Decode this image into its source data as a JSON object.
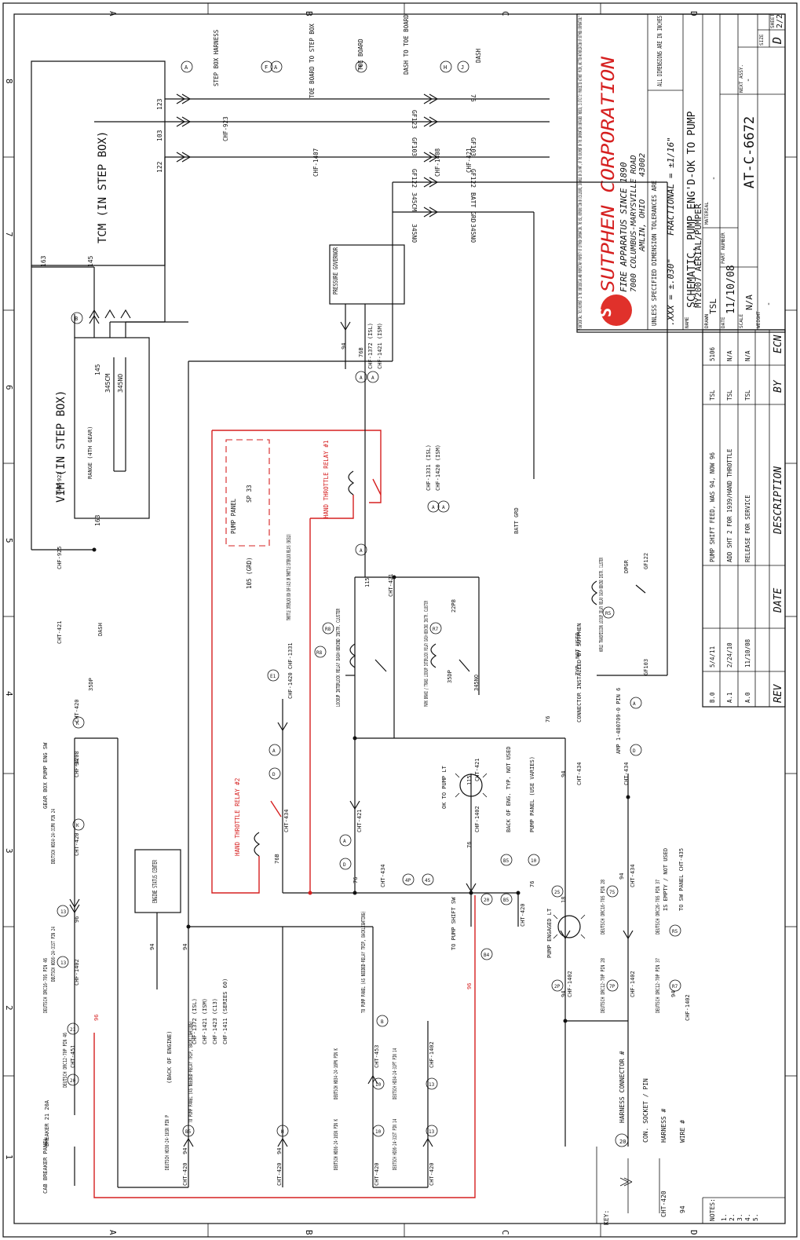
{
  "title_block": {
    "confidential": "\"CONFIDENTIAL: THIS DOCUMENT IS THE CONFIDENTIAL AND PROPRIETARY PROPERTY OF SUTPHEN CORPORATION. THE USE, REPRODUCTION OR DISCLOSURE, IN WHOLE OR IN PART, OF THE DOCUMENT OR THE INFORMATION CONTAINED THEREIN, IS STRICTLY PROHIBITED WITHOUT PRIOR, WRITTEN AUTHORIZATION OF SUTPHEN CORPORATION.\"",
    "company": "SUTPHEN CORPORATION",
    "tagline": "FIRE APPARATUS SINCE 1890",
    "address": "7000 COLUMBUS-MARYSVILLE ROAD",
    "city": "AMLIN, OHIO",
    "zip": "43002",
    "tolerance_title": "UNLESS SPECIFIED DIMENSION TOLERANCES ARE",
    "tolerance_xxx": ".XXX = ±.030\"",
    "tolerance_frac": "FRACTIONAL = ±1/16\"",
    "dims_note": "ALL DIMENSIONS ARE IN INCHES",
    "name_label": "NAME",
    "name_line1": "SCHEMATIC, PUMP ENG'D-OK TO PUMP",
    "name_line2": "MY2007 AERIAL/PUMPER",
    "drawn_label": "DRAWN",
    "drawn": "TSL",
    "material_label": "MATERIAL",
    "material": "-",
    "next_assy_label": "NEXT ASSY.",
    "next_assy": "-",
    "date_label": "DATE",
    "date": "11/10/08",
    "part_label": "PART NUMBER",
    "scale_label": "SCALE",
    "scale": "N/A",
    "weight_label": "WEIGHT",
    "weight": "-",
    "drawing_number": "AT-C-6672",
    "size_label": "SIZE",
    "size": "D",
    "sheet_label": "SHEET",
    "sheet": "2/2"
  },
  "revisions": {
    "headers": [
      "REV",
      "DATE",
      "DESCRIPTION",
      "BY",
      "ECN"
    ],
    "rows": [
      [
        "B.0",
        "5/4/11",
        "PUMP SHIFT FEED, WAS 94, NOW 96",
        "TSL",
        "5106"
      ],
      [
        "A.1",
        "2/24/10",
        "ADD SHT 2 FOR 1939/HAND THROTTLE",
        "TSL",
        "N/A"
      ],
      [
        "A.0",
        "11/10/08",
        "RELEASE FOR SERVICE",
        "TSL",
        "N/A"
      ]
    ]
  },
  "zones": {
    "letters": [
      "A",
      "B",
      "C",
      "D"
    ],
    "numbers": [
      "1",
      "2",
      "3",
      "4",
      "5",
      "6",
      "7",
      "8"
    ]
  },
  "key": {
    "title": "KEY:",
    "harness_connector": "HARNESS CONNECTOR #",
    "conn": "CON. SOCKET / PIN",
    "harness": "HARNESS #",
    "wire": "WIRE #",
    "ex_circle": "20",
    "ex_harness": "CHT-420",
    "ex_wire": "94"
  },
  "notes": {
    "title": "NOTES:",
    "items": [
      "1.",
      "2.",
      "3.",
      "4.",
      "5."
    ]
  },
  "components": {
    "tcm": "TCM (IN STEP BOX)",
    "vim": "VIM (IN STEP BOX)",
    "vim_range": "RANGE (4TH GEAR)",
    "pressure_governor": "PRESSURE GOVERNOR",
    "pump_panel": "PUMP PANEL",
    "sp33": "SP 33",
    "grd105": "105 (GRD)",
    "hand_throttle_1": "HAND THROTTLE RELAY #1",
    "hand_throttle_2": "HAND THROTTLE RELAY #2",
    "throttle_interlock": "THROTTLE INTERLOCK BOX CHF-1425 OR THROTTLE INTERLOCK RELAYS (SHIELD)",
    "lockup_interlock": "LOCKUP INTERLOCK RELAY DASH-BEHIND INSTR. CLUSTER",
    "park_brake": "PARK BRAKE / TRANS LOCKUP INTERLOCK RELAY DASH-BEHIND INSTR. CLUSTER",
    "world_trans": "WORLD TRANSMISSION LOCKUP DELAY RELAY DASH-BEHIND INSTR. CLUSTER",
    "ok_to_pump": "OK TO PUMP LT",
    "pump_engaged": "PUMP ENGAGED LT",
    "engine_status": "ENGINE STATUS CENTER",
    "gear_box": "GEAR BOX PUMP ENG SW",
    "cab_breaker": "CAB BREAKER PANEL",
    "breaker": "BREAKER 21 20A",
    "to_pump_shift": "TO PUMP SHIFT SW",
    "back_of_engine": "(BACK OF ENGINE)",
    "to_pump_panel_a": "TO PUMP PANEL (AS NEEDED-RELAY TRIP, BACKLIGHTING)",
    "to_pump_panel_b": "TO PUMP PANEL (AS NEEDED-RELAY TRIP, BACKLIGHTING)",
    "back_of_eng_typ": "BACK OF ENG. TYP. NOT USED",
    "pump_panel_use": "PUMP PANEL (USE VARIES)",
    "connector_installed": "CONNECTOR INSTALLED BY SUTPHEN",
    "amp": "AMP 1-480709-0 PIN 6",
    "typ_not_used": "TYP. NOT USED",
    "is_empty": "IS EMPTY / NOT USED",
    "to_sw_panel": "TO SW PANEL CHT-435",
    "batt_grd": "BATT GRD",
    "dash": "DASH",
    "step_box_harness": "STEP BOX HARNESS",
    "toe_to_step": "TOE BOARD TO STEP BOX",
    "toe_board": "TOE BOARD",
    "dash_to_toe": "DASH TO TOE BOARD",
    "dash_top": "DASH",
    "chf1331_isl": "CHF-1331 (ISL)",
    "chf1420_ism": "CHF-1420 (ISM)",
    "chf1372_isl": "CHF-1372 (ISL)",
    "chf1421_ism": "CHF-1421 (ISM)",
    "back_list": [
      "CHF-1372 (ISL)",
      "CHF-1421 (ISM)",
      "CHF-1423 (C13)",
      "CHF-1411 (SERIES 60)"
    ]
  },
  "wires": {
    "w94": "94",
    "w96": "96",
    "w76": "76",
    "w76b": "76B",
    "w115": "115",
    "w18": "18",
    "w163": "163",
    "w145": "145",
    "w122": "122",
    "w103": "103",
    "w123": "123",
    "w35dp": "35DP",
    "w345no": "345NO",
    "w345cm": "345CM",
    "gf123": "GF123",
    "gf103": "GF103",
    "gf122": "GF122",
    "batt_grd": "BATT GRD",
    "dpgr": "DPGR",
    "pb22": "22PB"
  },
  "harness_labels": {
    "cht420": "CHT-420",
    "cht1402": "CHF-1402",
    "cht434": "CHT-434",
    "cht421": "CHT-421",
    "cht451": "CHT-451",
    "cht453": "CHT-453",
    "chf923": "CHF-923",
    "chf925": "CHF-925",
    "chf1407": "CHF-1407",
    "chf1408": "CHF-1408",
    "chf421": "CHF-421",
    "cht1208": "CHF-1208",
    "chf1420": "CHF-1420 CHF-1331"
  },
  "connectors": {
    "deutsch_hd36_16sn": "DEUTSCH HD36-24-16SN PIN P",
    "deutsch_drc16_70s": "DEUTSCH DRC16-70S PIN 46",
    "deutsch_drc12_70p": "DEUTSCH DRC12-70P PIN 46",
    "deutsch_hd36_31st": "DEUTSCH HD36-24-31ST PIN 24",
    "deutsch_hd34_31pn": "DEUTSCH HD34-24-31PN PIN 24",
    "deutsch_hd36_16sn_k": "DEUTSCH HD36-24-16SN PIN K",
    "deutsch_hd34_16pn_k": "DEUTSCH HD34-24-16PN PIN K",
    "deutsch_hd36_31st_14": "DEUTSCH HD36-24-31ST PIN 14",
    "deutsch_hd34_31pt_14": "DEUTSCH HD34-24-31PT PIN 14",
    "deutsch_drc12_70p_28": "DEUTSCH DRC12-70P PIN 28",
    "deutsch_drc16_70s_28": "DEUTSCH DRC16-70S PIN 28",
    "deutsch_drc12_70p_37": "DEUTSCH DRC12-70P PIN 37",
    "deutsch_drc26_70s_37": "DEUTSCH DRC26-70S PIN 37"
  },
  "circle_ids": [
    "A",
    "B",
    "C",
    "D",
    "E1",
    "F",
    "H",
    "J",
    "K",
    "V",
    "B2",
    "B4",
    "B5",
    "10",
    "13",
    "20",
    "21",
    "4P",
    "4S",
    "1S",
    "1P",
    "2S",
    "2P",
    "7S",
    "7P",
    "R5",
    "R7",
    "R8"
  ]
}
